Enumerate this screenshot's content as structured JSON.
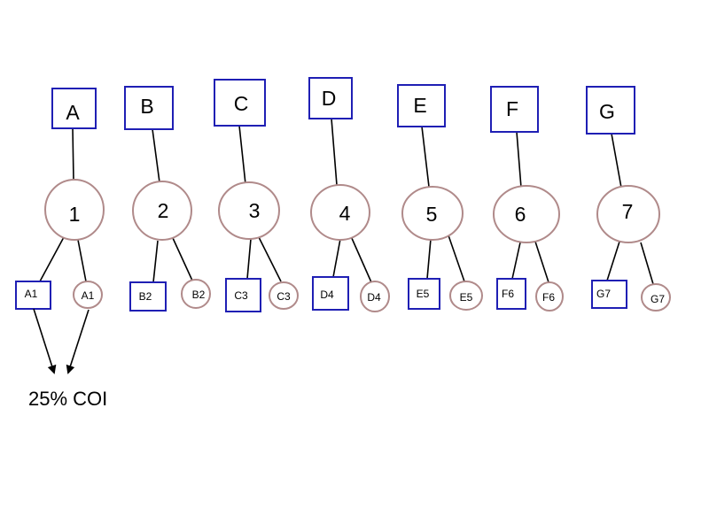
{
  "colors": {
    "square_stroke": "#1f1fb4",
    "circle_stroke": "#b08a8a",
    "line": "#000000"
  },
  "families": [
    {
      "parent": "A",
      "child": "1",
      "male_offspring": "A1",
      "female_offspring": "A1"
    },
    {
      "parent": "B",
      "child": "2",
      "male_offspring": "B2",
      "female_offspring": "B2"
    },
    {
      "parent": "C",
      "child": "3",
      "male_offspring": "C3",
      "female_offspring": "C3"
    },
    {
      "parent": "D",
      "child": "4",
      "male_offspring": "D4",
      "female_offspring": "D4"
    },
    {
      "parent": "E",
      "child": "5",
      "male_offspring": "E5",
      "female_offspring": "E5"
    },
    {
      "parent": "F",
      "child": "6",
      "male_offspring": "F6",
      "female_offspring": "F6"
    },
    {
      "parent": "G",
      "child": "7",
      "male_offspring": "G7",
      "female_offspring": "G7"
    }
  ],
  "note": "25% COI"
}
